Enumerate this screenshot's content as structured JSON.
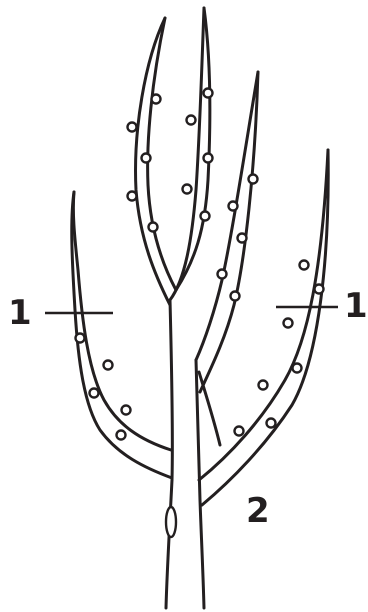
{
  "labels": {
    "cut_left": "1",
    "cut_right": "1",
    "trunk": "2"
  },
  "colors": {
    "ink": "#231f20",
    "background": "#ffffff"
  }
}
